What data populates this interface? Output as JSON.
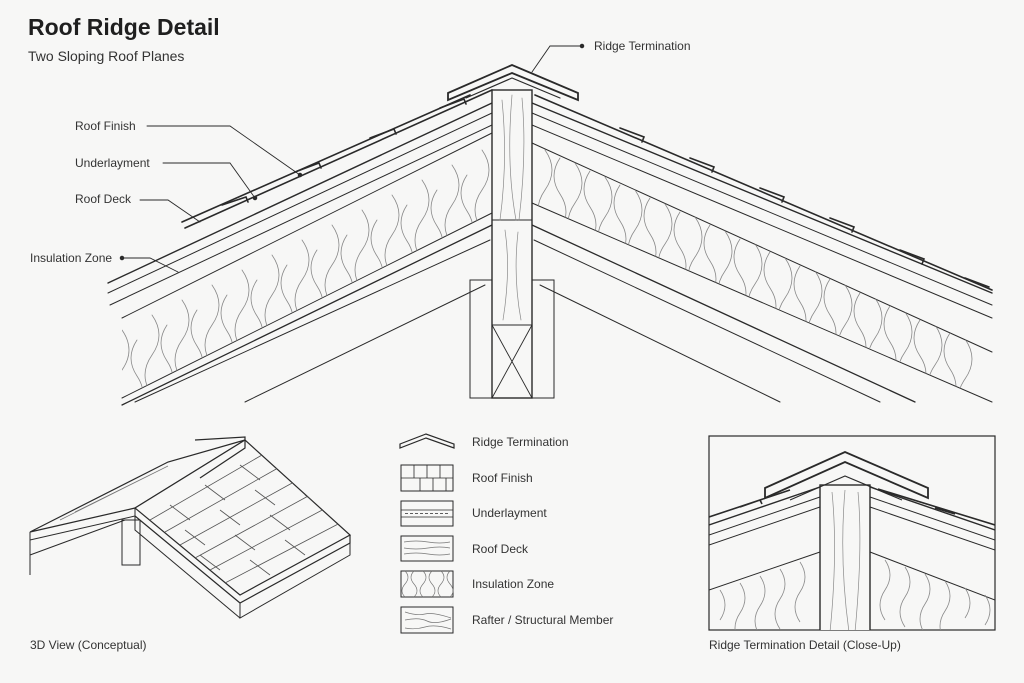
{
  "title": "Roof Ridge Detail",
  "subtitle": "Two Sloping Roof Planes",
  "callouts": {
    "ridge_termination": "Ridge Termination",
    "roof_finish": "Roof Finish",
    "underlayment": "Underlayment",
    "roof_deck": "Roof Deck",
    "insulation_zone": "Insulation Zone"
  },
  "legend": [
    {
      "label": "Ridge Termination",
      "symbol": "ridge"
    },
    {
      "label": "Roof Finish",
      "symbol": "finish"
    },
    {
      "label": "Underlayment",
      "symbol": "underlay"
    },
    {
      "label": "Roof Deck",
      "symbol": "deck"
    },
    {
      "label": "Insulation Zone",
      "symbol": "insulation"
    },
    {
      "label": "Rafter / Structural Member",
      "symbol": "rafter"
    }
  ],
  "captions": {
    "view3d": "3D View (Conceptual)",
    "closeup": "Ridge Termination Detail (Close-Up)"
  },
  "colors": {
    "line": "#2a2a2a",
    "light_line": "#8a8a8a",
    "background": "#f7f7f6"
  }
}
